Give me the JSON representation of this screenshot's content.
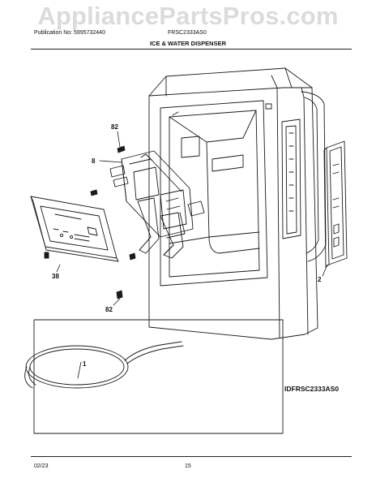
{
  "watermark": "AppliancePartsPros.com",
  "header": {
    "publication": "Publication No: 5995732440",
    "model": "FRSC2333AS0",
    "section_title": "ICE & WATER DISPENSER"
  },
  "callouts": {
    "p82_top": "82",
    "p8": "8",
    "p38": "38",
    "p82_bottom": "82",
    "p2": "2",
    "p1": "1"
  },
  "drawing_id": "IDFRSC2333AS0",
  "footer": {
    "date": "02/23",
    "page": "15"
  }
}
